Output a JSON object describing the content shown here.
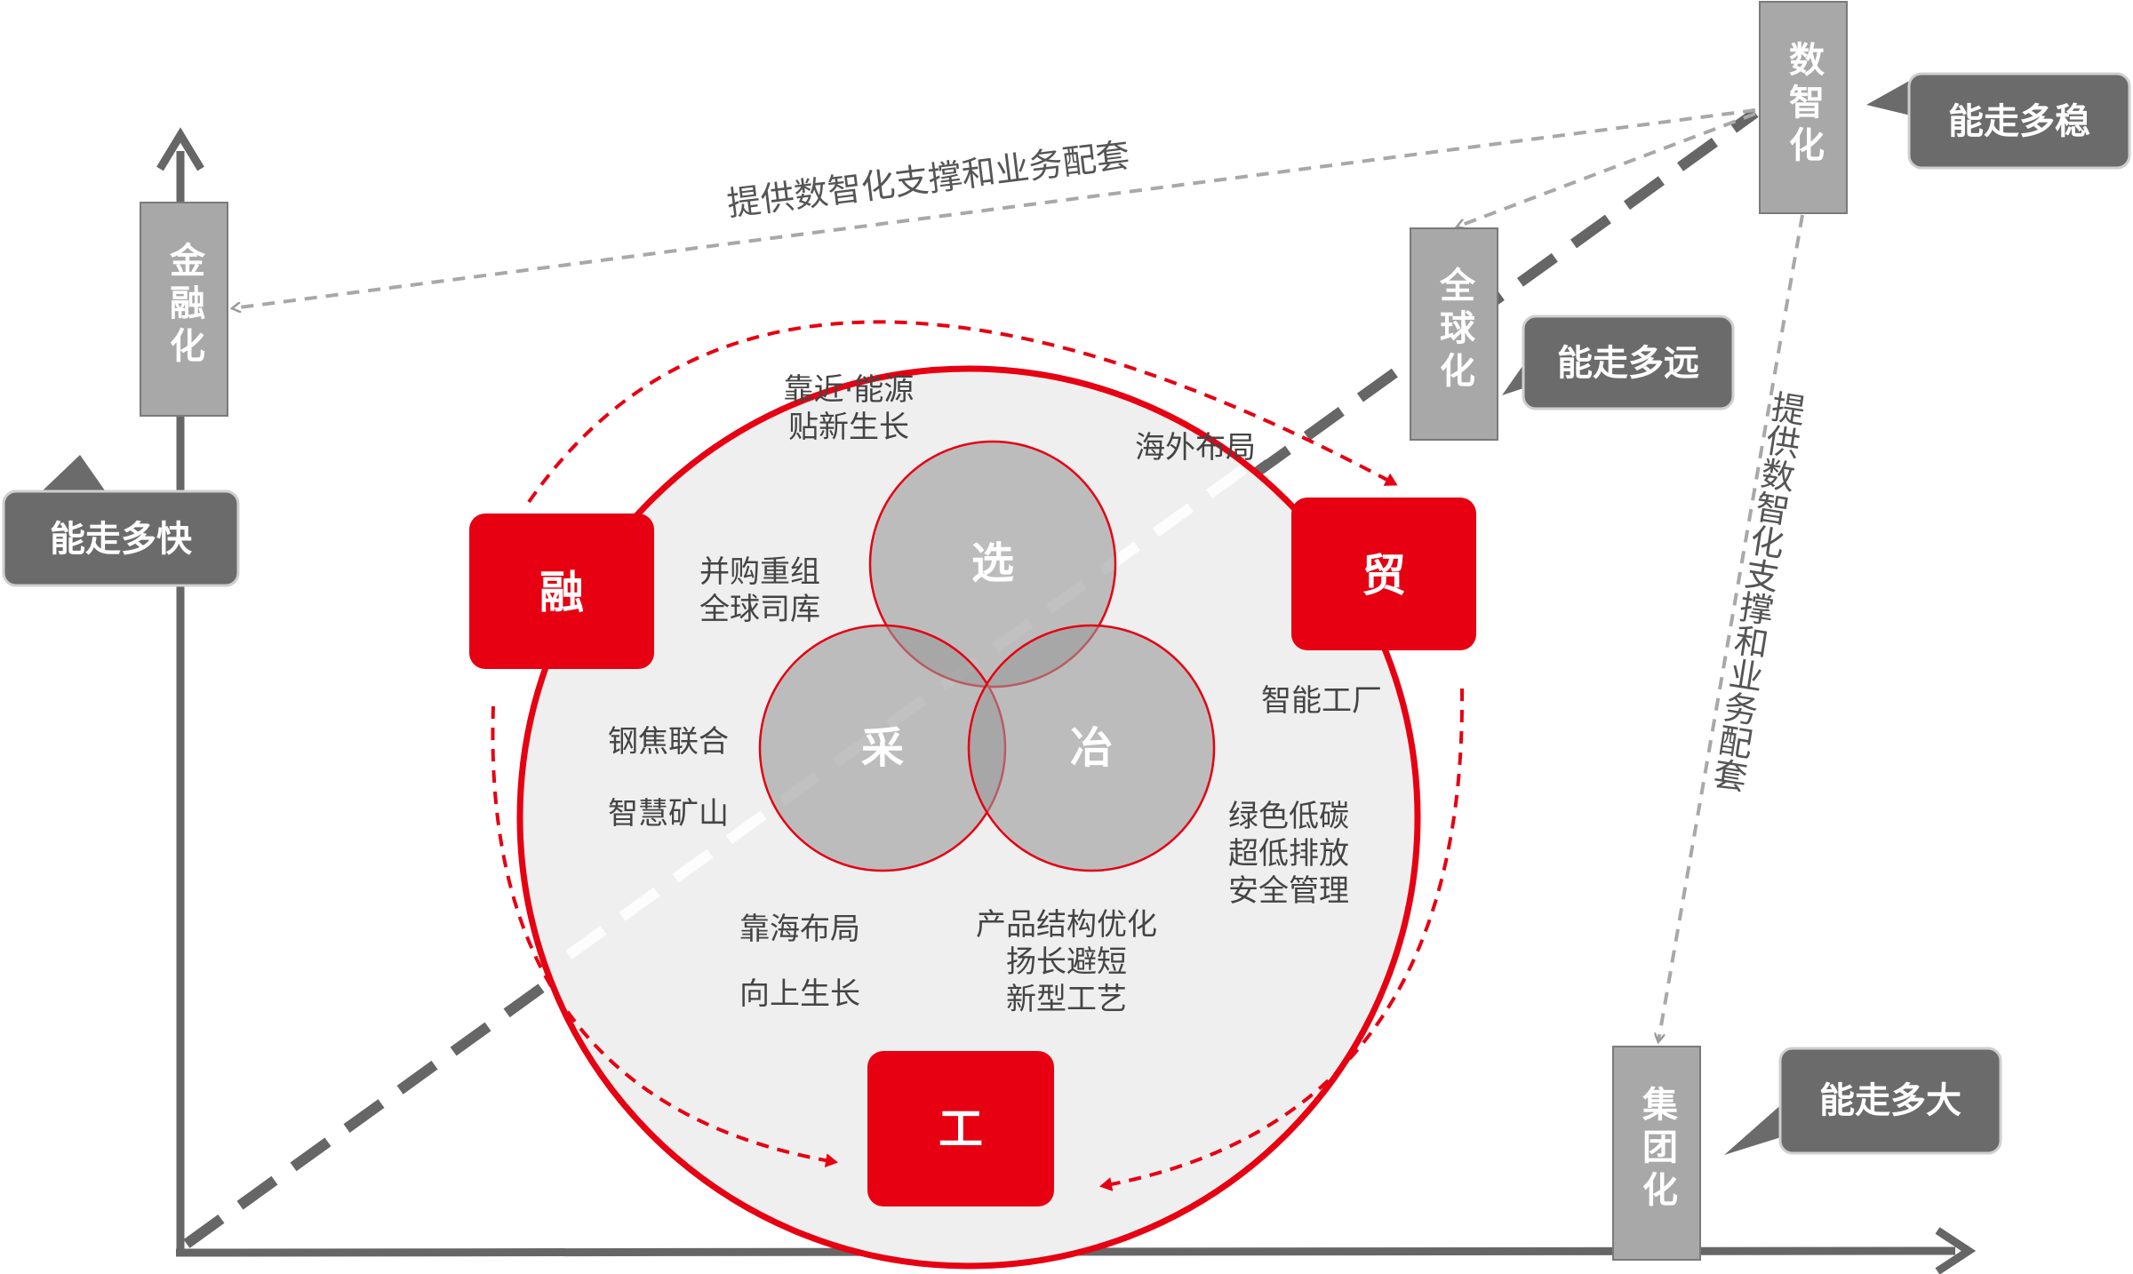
{
  "colors": {
    "accent_red": "#e60012",
    "axis_gray": "#666666",
    "tag_gray": "#a8a8a8",
    "callout_gray": "#6b6b6b",
    "circle_fill": "#efefef",
    "venn_fill": "#9a9a9a",
    "text_dark": "#444444"
  },
  "axes": {
    "vertical_tag": "金融化",
    "vertical_callout": "能走多快",
    "horizontal_tag": "集团化",
    "horizontal_callout": "能走多大",
    "diagonal_tag": "全球化",
    "diagonal_callout": "能走多远"
  },
  "top_tag": "数智化",
  "top_callout": "能走多稳",
  "support_label_top": "提供数智化支撑和业务配套",
  "support_label_right": "提供数智化支撑和业务配套",
  "quadrants": {
    "left": "融",
    "right": "贸",
    "bottom": "工"
  },
  "venn": {
    "top": "选",
    "left": "采",
    "right": "冶"
  },
  "notes": {
    "n1": [
      "靠近·能源",
      "贴新生长"
    ],
    "n2": [
      "海外布局"
    ],
    "n3": [
      "并购重组",
      "全球司库"
    ],
    "n4": [
      "智能工厂"
    ],
    "n5": [
      "钢焦联合"
    ],
    "n6": [
      "智慧矿山"
    ],
    "n7": [
      "绿色低碳",
      "超低排放",
      "安全管理"
    ],
    "n8": [
      "靠海布局"
    ],
    "n9": [
      "向上生长"
    ],
    "n10": [
      "产品结构优化",
      "扬长避短",
      "新型工艺"
    ]
  }
}
